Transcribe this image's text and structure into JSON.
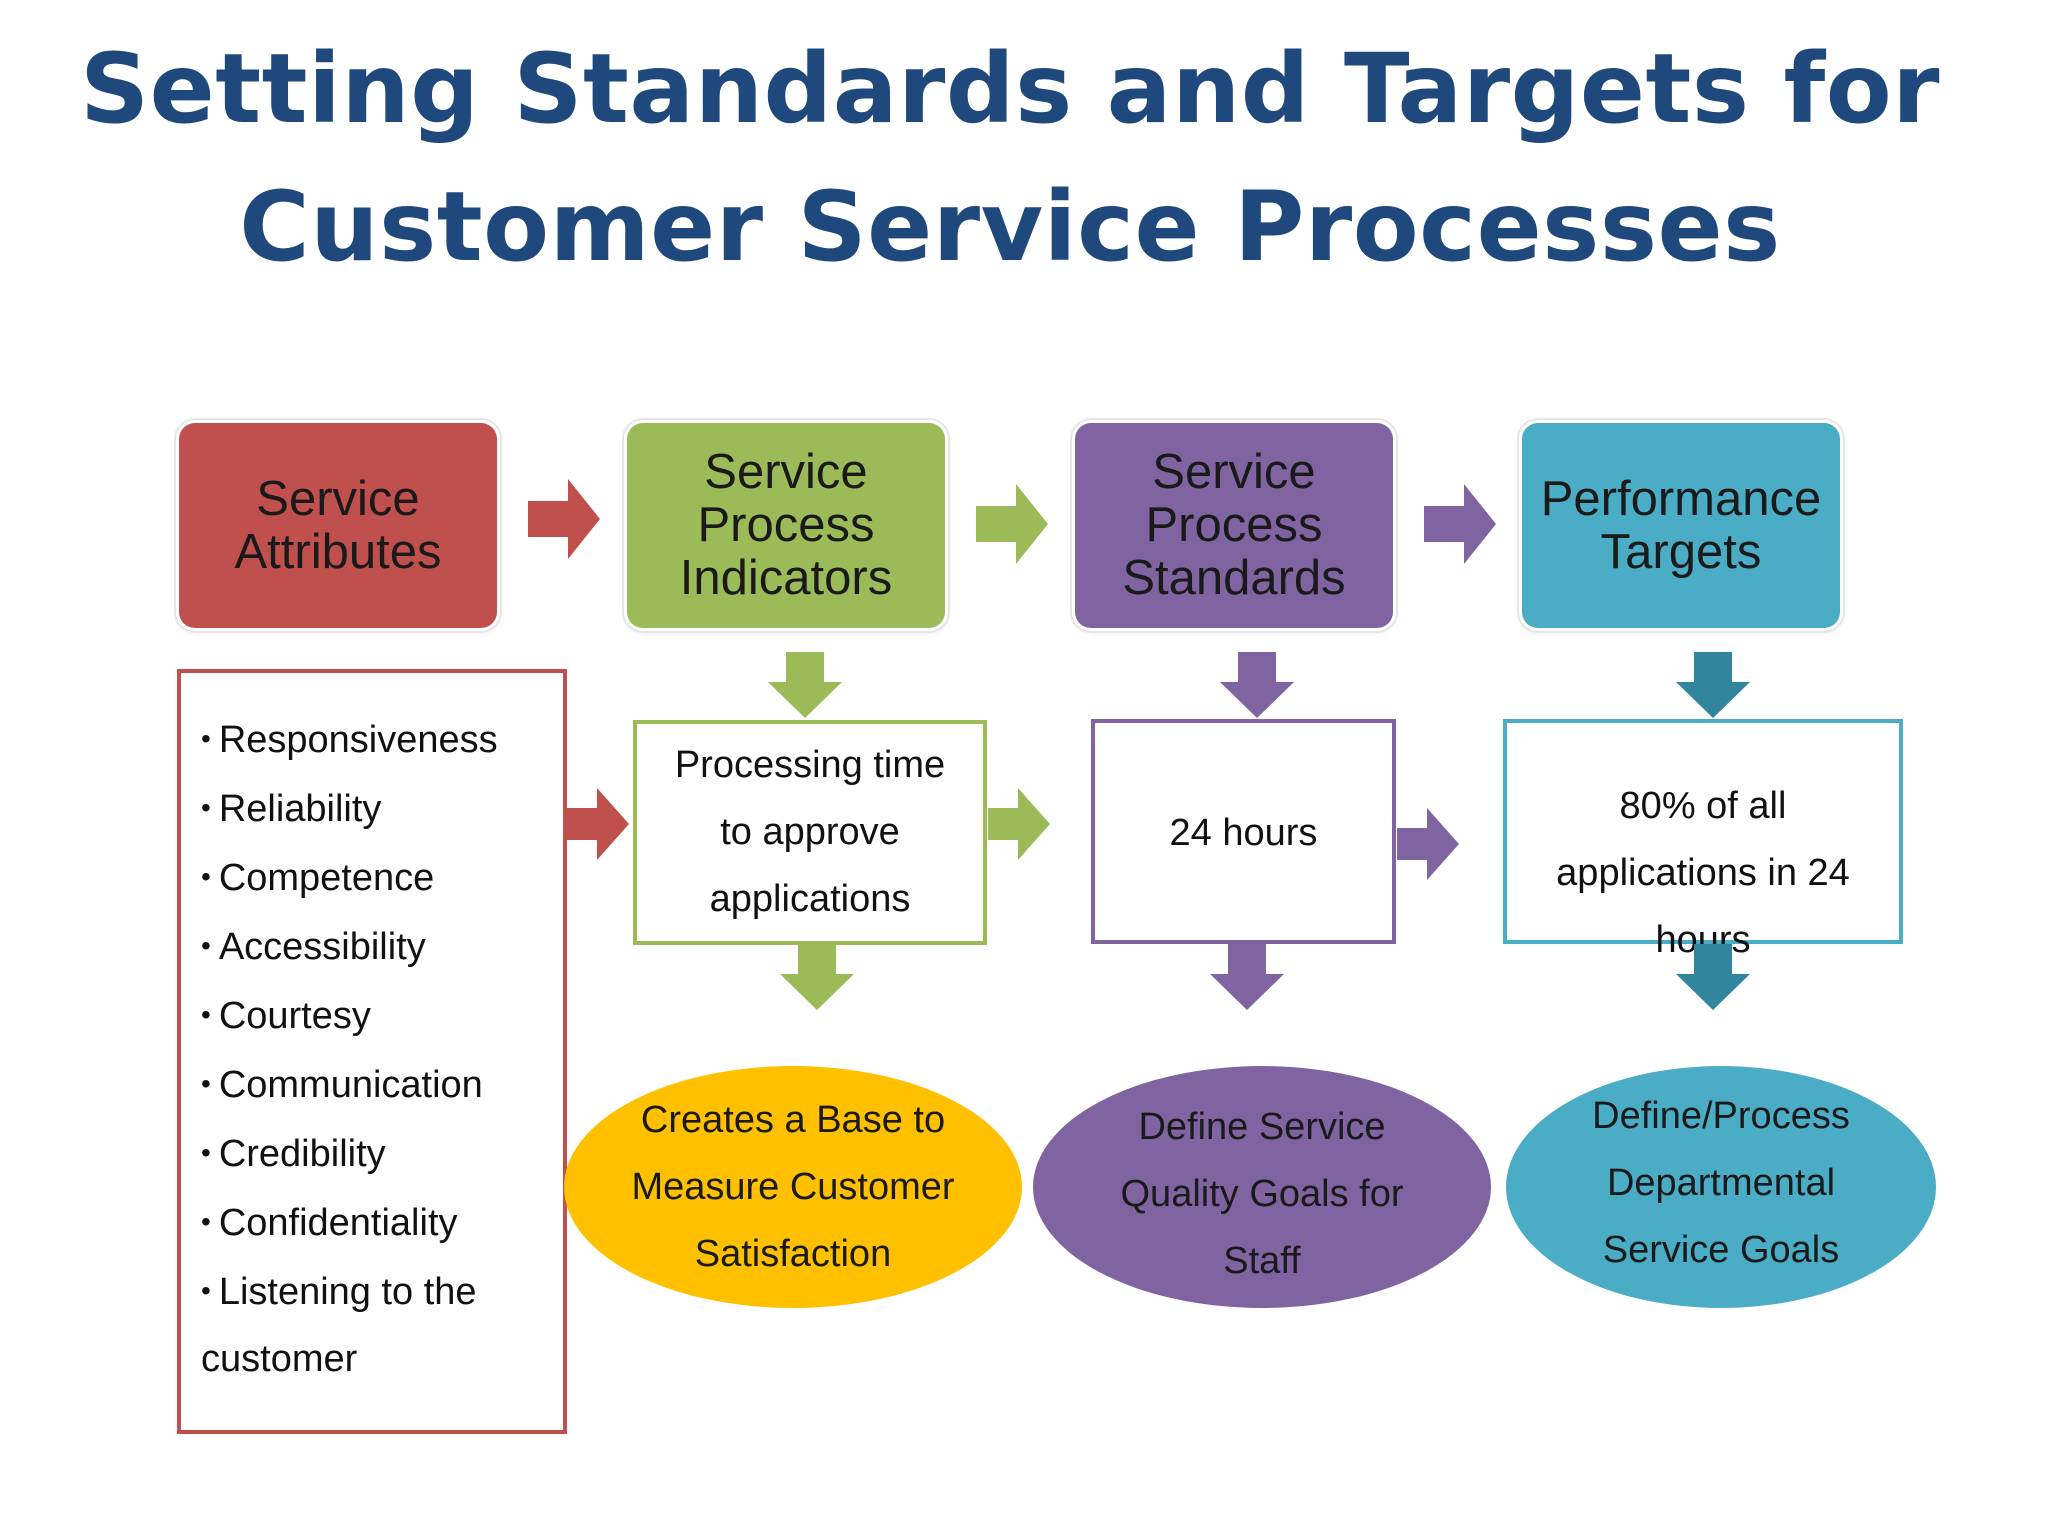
{
  "title": {
    "line1": "Setting Standards and Targets for",
    "line2": "Customer Service Processes"
  },
  "colors": {
    "title": "#1f497d",
    "red": "#c0504d",
    "green": "#9bbb59",
    "purple": "#8064a2",
    "teal": "#4bacc6",
    "teal_dark": "#31859c",
    "yellow": "#ffc000"
  },
  "headers": [
    {
      "label": "Service\nAttributes"
    },
    {
      "label": "Service\nProcess\nIndicators"
    },
    {
      "label": "Service\nProcess\nStandards"
    },
    {
      "label": "Performance\nTargets"
    }
  ],
  "attributes": [
    "Responsiveness",
    "Reliability",
    "Competence",
    "Accessibility",
    "Courtesy",
    "Communication",
    "Credibility",
    "Confidentiality",
    "Listening to the customer"
  ],
  "details": {
    "indicator": "Processing time to approve applications",
    "standard": "24 hours",
    "target": "80% of all applications in 24 hours"
  },
  "outcomes": {
    "indicator": "Creates a Base to Measure Customer Satisfaction",
    "standard": "Define Service Quality Goals for Staff",
    "target": "Define/Process Departmental Service Goals"
  }
}
